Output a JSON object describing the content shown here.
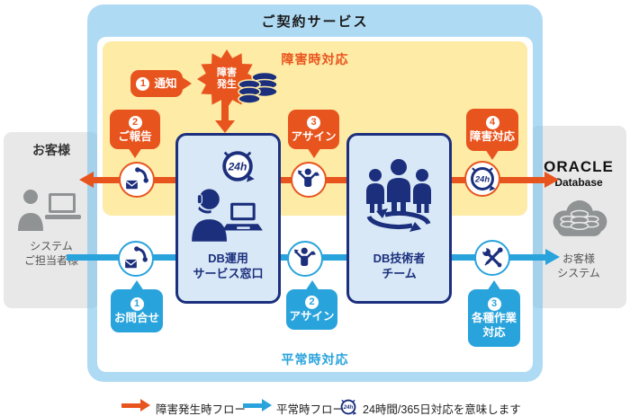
{
  "title": "ご契約サービス",
  "sections": {
    "incident": "障害時対応",
    "normal": "平常時対応"
  },
  "customer": {
    "heading": "お客様",
    "role1": "システム",
    "role2": "ご担当者様"
  },
  "oracle": {
    "name": "ORACLE",
    "product": "Database"
  },
  "customer_system": {
    "line1": "お客様",
    "line2": "システム"
  },
  "nodes": {
    "service_desk": {
      "line1": "DB運用",
      "line2": "サービス窓口"
    },
    "engineer_team": {
      "line1": "DB技術者",
      "line2": "チーム"
    }
  },
  "burst": {
    "line1": "障害",
    "line2": "発生"
  },
  "incident_flow": {
    "notify": {
      "num": "1",
      "label": "通知"
    },
    "report": {
      "num": "2",
      "label": "ご報告"
    },
    "assign": {
      "num": "3",
      "label": "アサイン"
    },
    "respond": {
      "num": "4",
      "label": "障害対応"
    }
  },
  "normal_flow": {
    "inquiry": {
      "num": "1",
      "label": "お問合せ"
    },
    "assign": {
      "num": "2",
      "label": "アサイン"
    },
    "work": {
      "num": "3",
      "line1": "各種作業",
      "line2": "対応"
    }
  },
  "legend": {
    "incident": "障害発生時フロー",
    "normal": "平常時フロー",
    "always": "24時間/365日対応を意味します"
  },
  "icons": {
    "clock_label": "24h"
  },
  "colors": {
    "orange": "#e8541d",
    "blue": "#29a3dc",
    "navy": "#1b2f7d",
    "yellow": "#fdeba6",
    "panel_blue": "#b5def5",
    "gray_box": "#e8e8e8",
    "node_fill": "#d9e8f6"
  }
}
